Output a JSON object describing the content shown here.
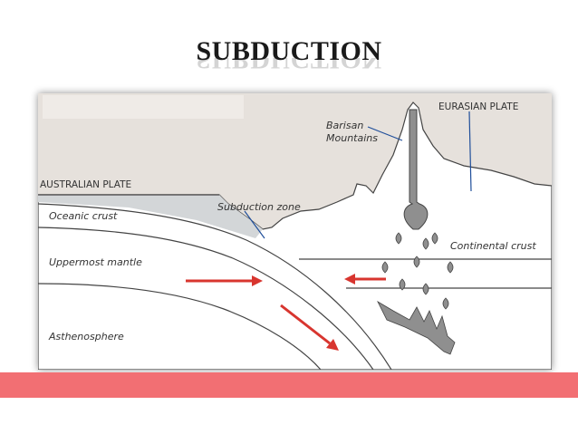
{
  "slide": {
    "title": "SUBDUCTION"
  },
  "diagram": {
    "labels": {
      "eurasian_plate": "EURASIAN PLATE",
      "barisan_1": "Barisan",
      "barisan_2": "Mountains",
      "australian_plate": "AUSTRALIAN PLATE",
      "subduction_zone": "Subduction zone",
      "oceanic_crust": "Oceanic crust",
      "continental_crust": "Continental crust",
      "uppermost_mantle": "Uppermost mantle",
      "asthenosphere": "Asthenosphere"
    },
    "colors": {
      "sky": "#e6e1dc",
      "ocean": "#d3d6d8",
      "magma": "#8f8f8f",
      "arrow": "#d8352f",
      "footer": "#f26f73"
    }
  }
}
